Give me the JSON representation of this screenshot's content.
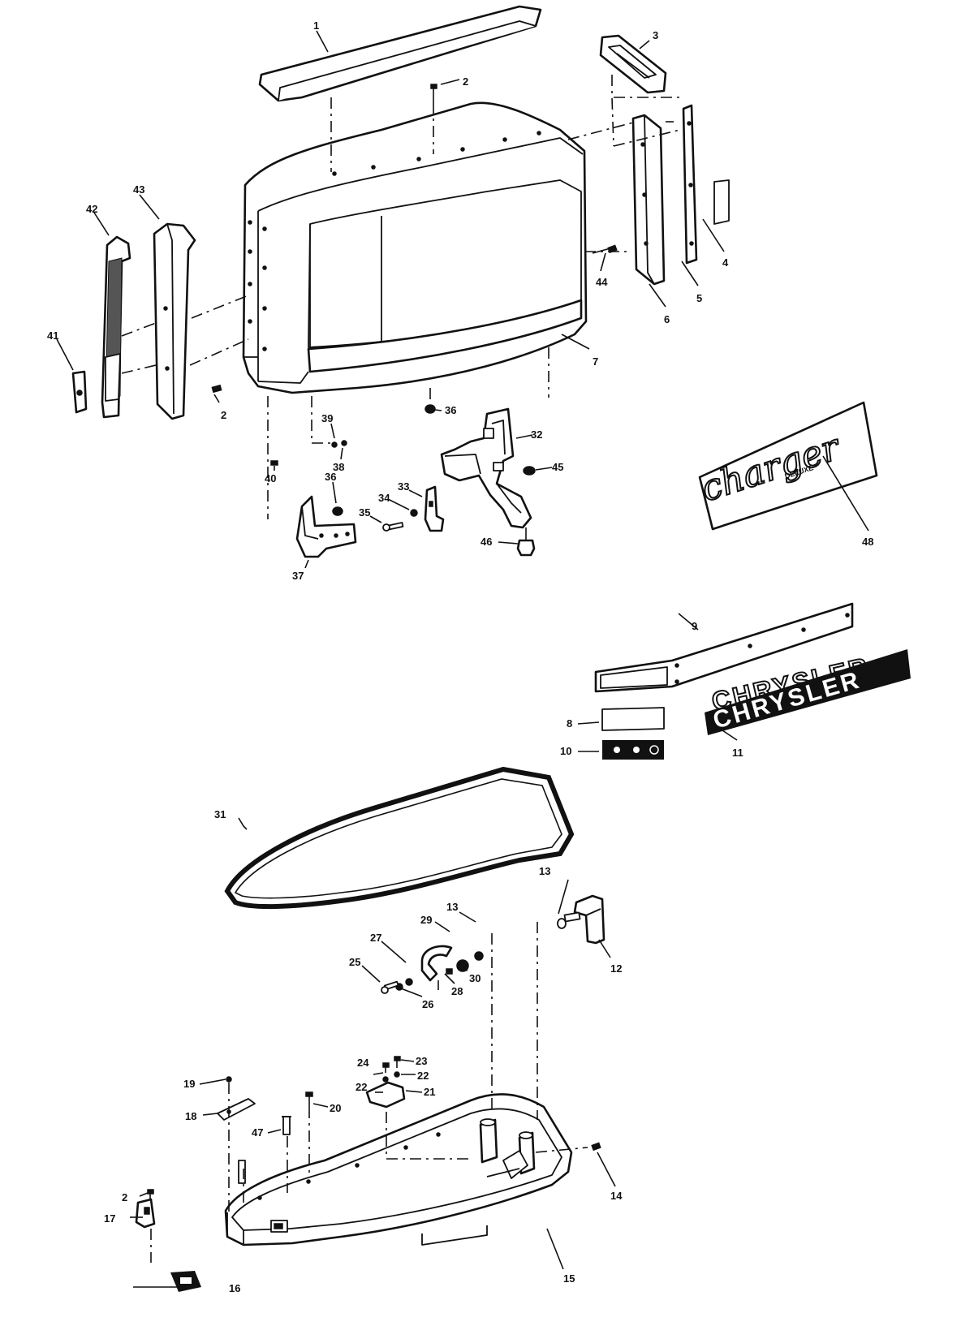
{
  "callouts": {
    "c1": "1",
    "c2a": "2",
    "c2b": "2",
    "c2c": "2",
    "c3": "3",
    "c4": "4",
    "c5": "5",
    "c6": "6",
    "c7": "7",
    "c8": "8",
    "c9": "9",
    "c10": "10",
    "c11": "11",
    "c12": "12",
    "c13a": "13",
    "c13b": "13",
    "c14": "14",
    "c15": "15",
    "c16": "16",
    "c17": "17",
    "c18": "18",
    "c19": "19",
    "c20": "20",
    "c21": "21",
    "c22a": "22",
    "c22b": "22",
    "c23": "23",
    "c24": "24",
    "c25": "25",
    "c26": "26",
    "c27": "27",
    "c28": "28",
    "c29": "29",
    "c30": "30",
    "c31": "31",
    "c32": "32",
    "c33": "33",
    "c34": "34",
    "c35": "35",
    "c36a": "36",
    "c36b": "36",
    "c37": "37",
    "c38": "38",
    "c39": "39",
    "c40": "40",
    "c41": "41",
    "c42": "42",
    "c43": "43",
    "c44": "44",
    "c45": "45",
    "c46": "46",
    "c47": "47",
    "c48": "48"
  },
  "decals": {
    "charger_script": "charger",
    "charger_sub": "DELUXE",
    "chrysler_outline": "CHRYSLER",
    "chrysler_block": "CHRYSLER"
  }
}
